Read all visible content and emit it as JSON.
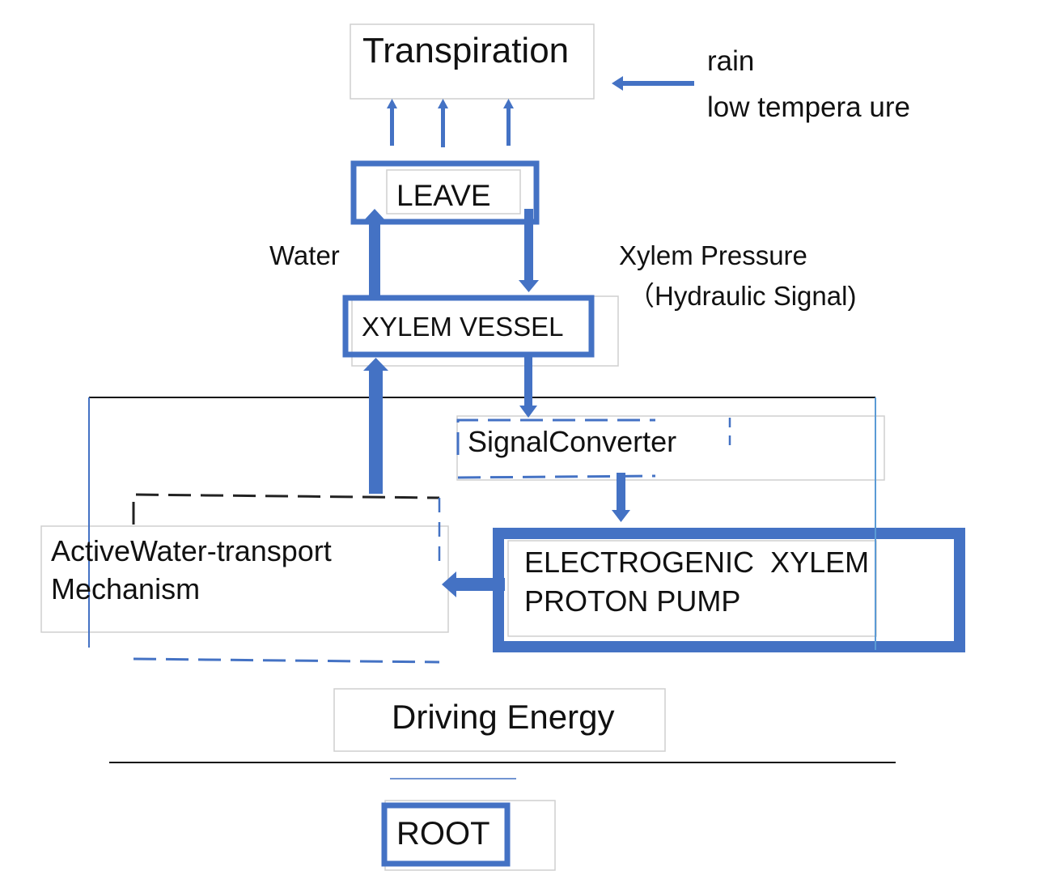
{
  "nodes": {
    "transpiration": "Transpiration",
    "leave": "LEAVE",
    "xylem_vessel": "XYLEM VESSEL",
    "signal_converter": "SignalConverter",
    "active_transport_line1": "ActiveWater-transport",
    "active_transport_line2": "Mechanism",
    "proton_pump_line1": "ELECTROGENIC  XYLEM",
    "proton_pump_line2": "PROTON PUMP",
    "driving_energy": "Driving Energy",
    "root": "ROOT"
  },
  "labels": {
    "rain": "rain",
    "low_temperature": "low tempera ure",
    "water": "Water",
    "xylem_pressure": "Xylem Pressure",
    "hydraulic_signal": "（Hydraulic Signal)"
  },
  "colors": {
    "accent": "#4472C4",
    "box_border": "#cfcfcf",
    "line": "#111111",
    "light_line": "#5b9bd5"
  }
}
